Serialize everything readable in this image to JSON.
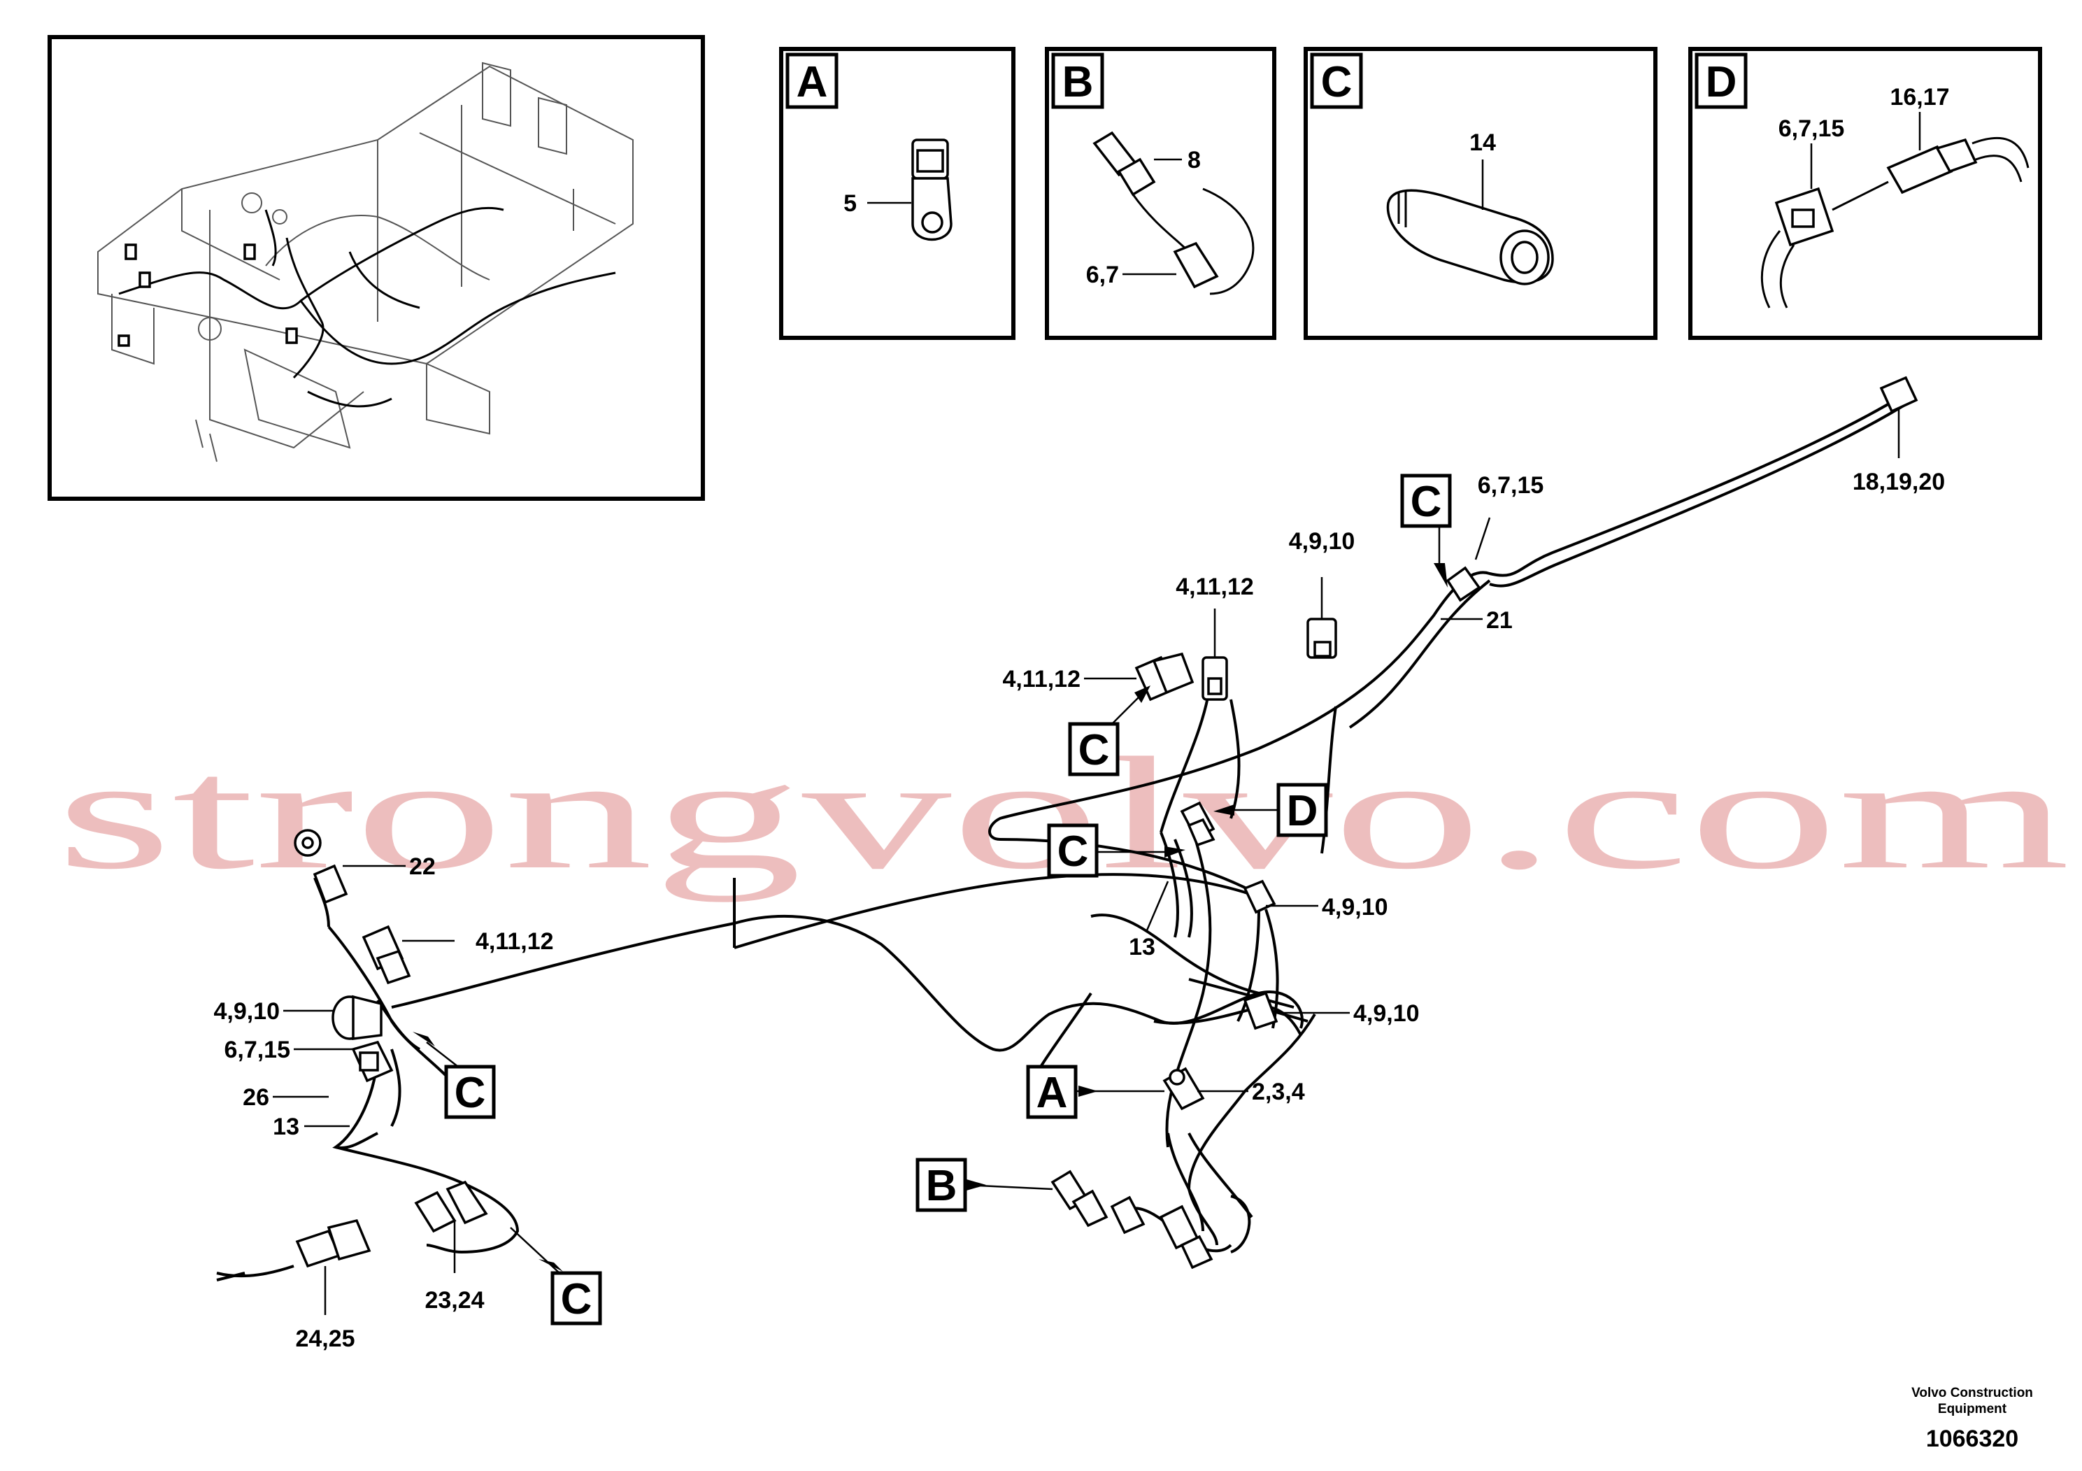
{
  "detail_panels": [
    {
      "letter": "A",
      "labels": [
        "5"
      ]
    },
    {
      "letter": "B",
      "labels": [
        "8",
        "6,7"
      ]
    },
    {
      "letter": "C",
      "labels": [
        "14"
      ]
    },
    {
      "letter": "D",
      "labels": [
        "6,7,15",
        "16,17"
      ]
    }
  ],
  "callouts": {
    "c_18_19_20": "18,19,20",
    "c_6_7_15_top": "6,7,15",
    "c_21": "21",
    "c_4_9_10_top": "4,9,10",
    "c_4_11_12_mid": "4,11,12",
    "c_4_11_12_left": "4,11,12",
    "c_4_9_10_right": "4,9,10",
    "c_13_mid": "13",
    "c_4_9_10_low": "4,9,10",
    "c_2_3_4": "2,3,4",
    "c_22": "22",
    "c_4_11_12_bottom": "4,11,12",
    "c_4_9_10_left": "4,9,10",
    "c_6_7_15_left": "6,7,15",
    "c_26": "26",
    "c_13_left": "13",
    "c_23_24": "23,24",
    "c_24_25": "24,25"
  },
  "tags": {
    "top_c": "C",
    "mid_c1": "C",
    "mid_d": "D",
    "mid_c2": "C",
    "left_c": "C",
    "a_tag": "A",
    "b_tag": "B",
    "bottom_c": "C"
  },
  "watermark": "strongvolvo.com",
  "footer": {
    "brand_line1": "Volvo Construction",
    "brand_line2": "Equipment",
    "drawing_number": "1066320"
  }
}
